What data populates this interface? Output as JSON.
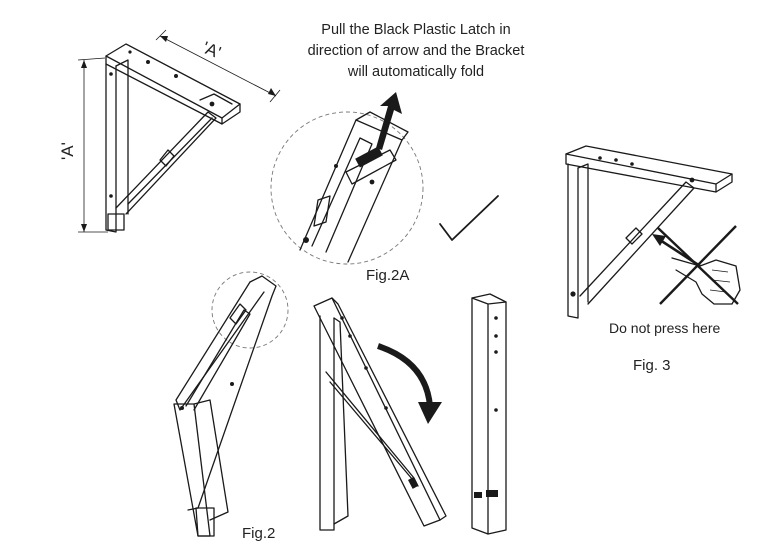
{
  "instruction": {
    "lines": [
      "Pull the Black Plastic Latch in",
      "direction of arrow and the Bracket",
      "will automatically fold"
    ]
  },
  "labels": {
    "dimension_top": "'A'",
    "dimension_left": "'A'",
    "fig2a": "Fig.2A",
    "fig2": "Fig.2",
    "fig3": "Fig. 3",
    "do_not_press": "Do not press here"
  },
  "icons": {
    "check": "check-mark-icon",
    "cross": "cross-mark-icon",
    "arrow_up": "pull-arrow-icon",
    "arrow_curve": "fold-arrow-icon",
    "hand": "pressing-hand-icon"
  },
  "colors": {
    "line": "#1a1a1a",
    "text": "#222222",
    "background": "#ffffff"
  }
}
